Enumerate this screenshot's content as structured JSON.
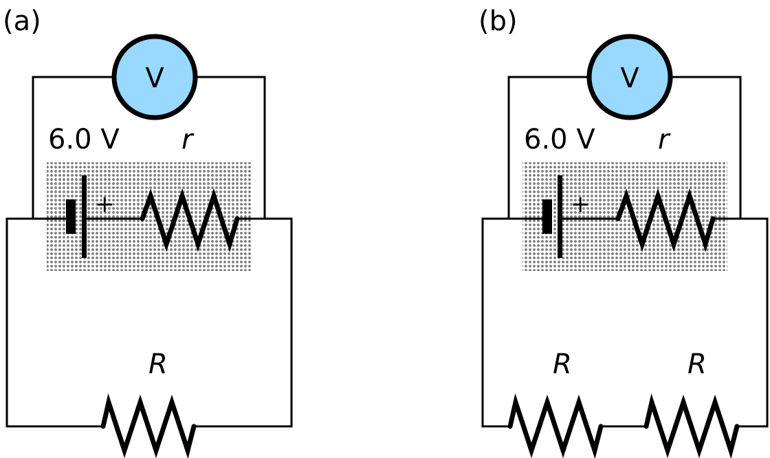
{
  "colors": {
    "voltmeter_fill": "#99d9ff",
    "stroke": "#000000",
    "battery_shading": "#8a8a8a"
  },
  "panels": [
    {
      "label": "(a)",
      "voltmeter": {
        "symbol": "V"
      },
      "battery": {
        "emf": "6.0 V",
        "polarity_sign": "+"
      },
      "internal_resistor": {
        "label": "r"
      },
      "load_resistors": [
        {
          "label": "R"
        }
      ]
    },
    {
      "label": "(b)",
      "voltmeter": {
        "symbol": "V"
      },
      "battery": {
        "emf": "6.0 V",
        "polarity_sign": "+"
      },
      "internal_resistor": {
        "label": "r"
      },
      "load_resistors": [
        {
          "label": "R"
        },
        {
          "label": "R"
        }
      ]
    }
  ]
}
